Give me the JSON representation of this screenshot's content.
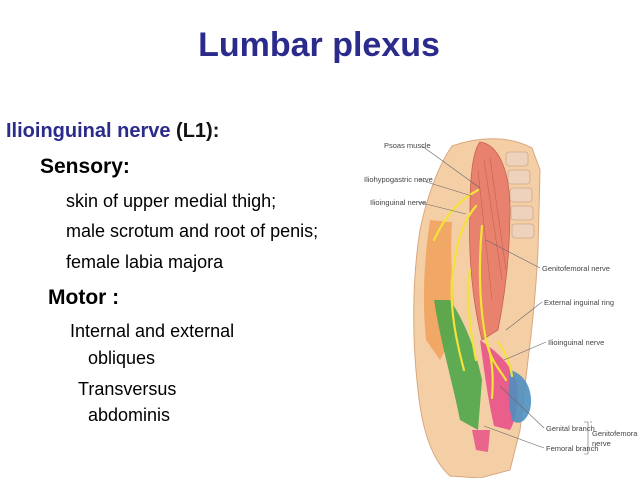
{
  "slide": {
    "title": "Lumbar plexus",
    "nerve_name": "Ilioinguinal nerve",
    "nerve_level": "(L1):",
    "sensory_heading": "Sensory:",
    "sensory_items": [
      "skin of upper medial thigh;",
      "male scrotum and root of penis;",
      "female labia majora"
    ],
    "motor_heading": "Motor :",
    "motor_items": [
      "Internal and external",
      "obliques",
      "Transversus",
      "abdominis"
    ]
  },
  "figure": {
    "labels": {
      "psoas": "Psoas muscle",
      "iliohypogastric": "Iliohypogastric nerve",
      "ilioinguinal_left": "Ilioinguinal nerve",
      "genitofemoral": "Genitofemoral nerve",
      "external_ring": "External inguinal ring",
      "ilioinguinal_right": "Ilioinguinal nerve",
      "genital_branch": "Genital branch",
      "femoral_branch": "Femoral branch",
      "genitofemoral_group_1": "Genitofemoral",
      "genitofemoral_group_2": "nerve"
    },
    "colors": {
      "skin": "#f4cfa6",
      "muscle": "#e8826f",
      "nerve": "#f2e23a",
      "green_region": "#4fa64a",
      "pink_region": "#e64a86",
      "blue_region": "#4f8fc0"
    }
  }
}
